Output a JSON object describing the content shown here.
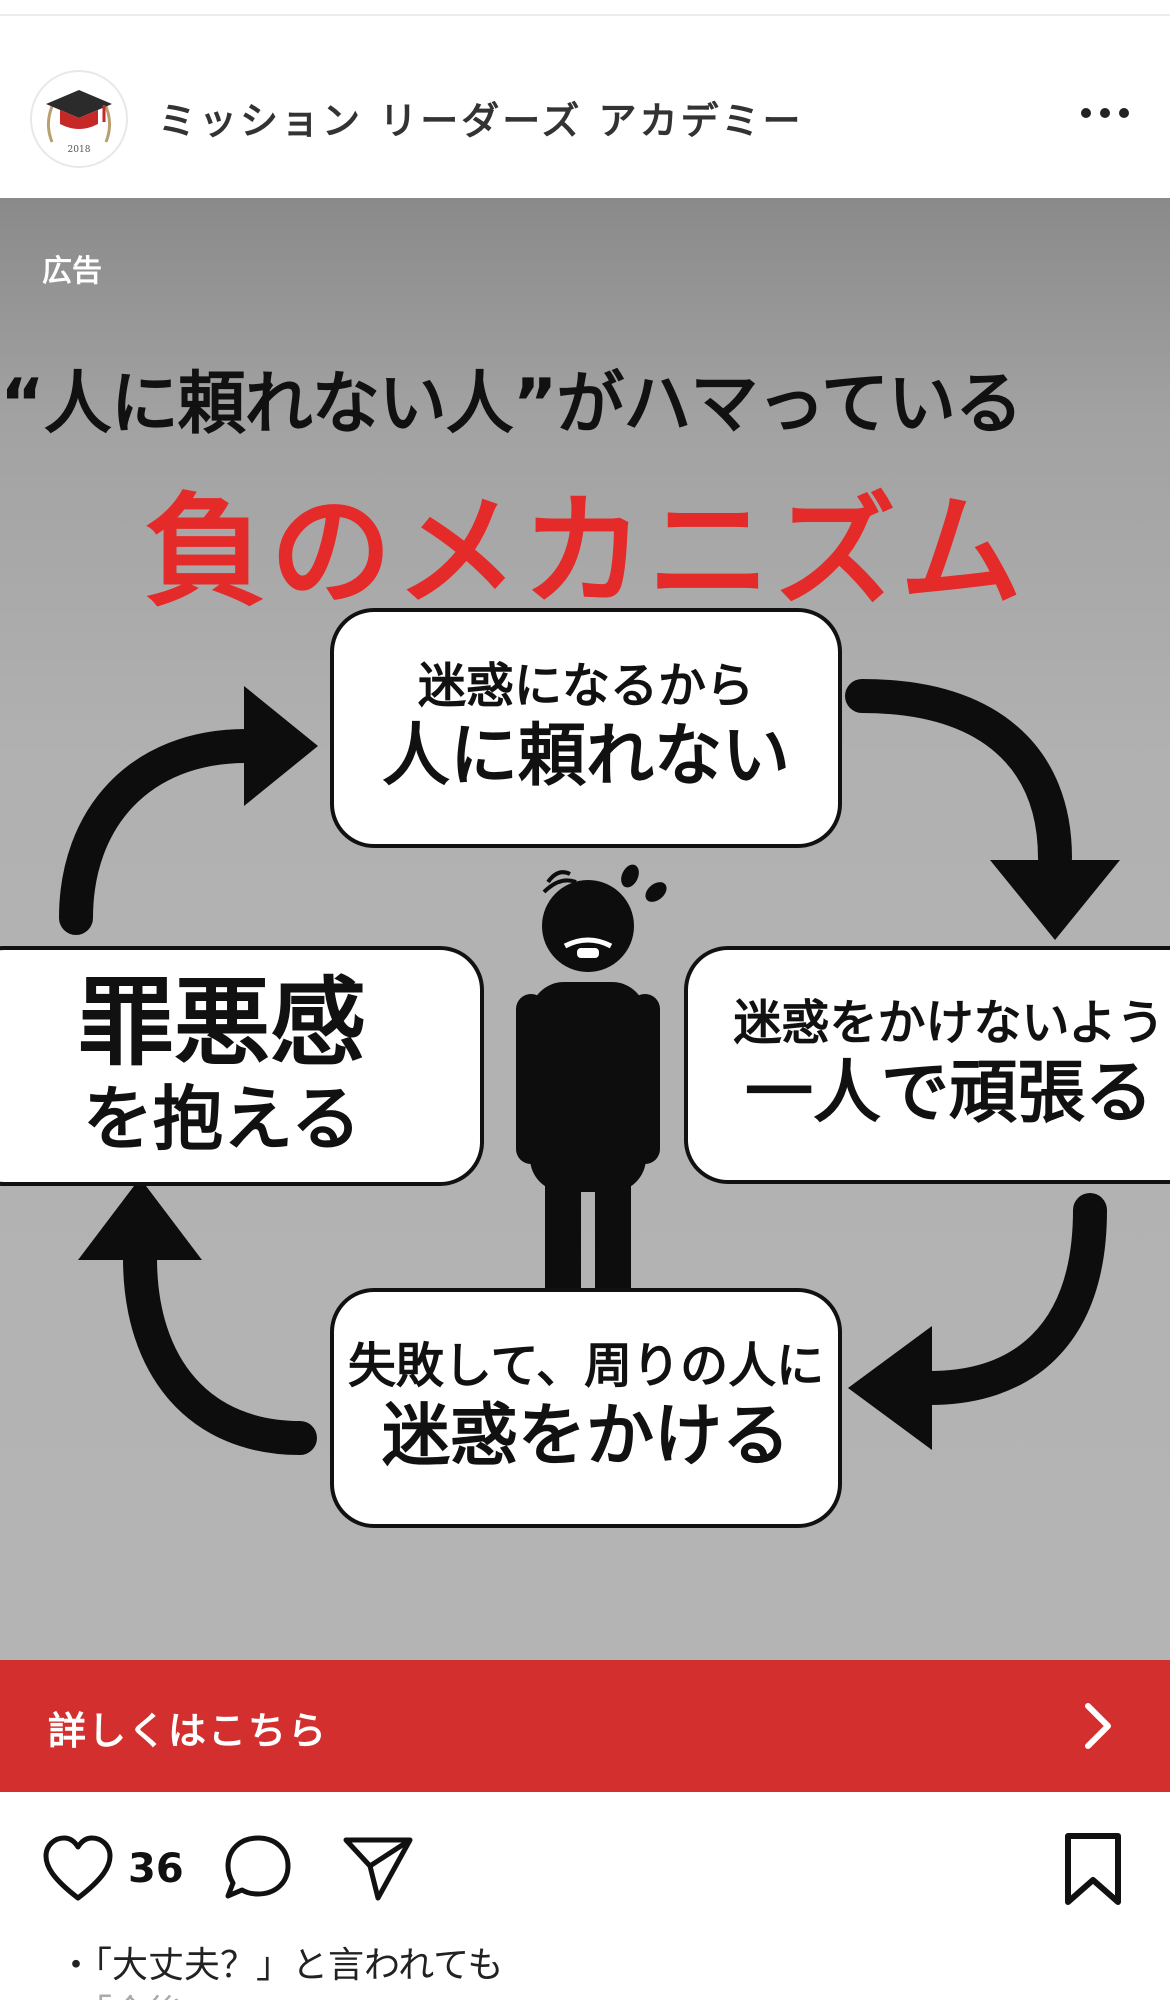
{
  "account": {
    "name": "ミッション リーダーズ アカデミー",
    "avatar_year": "2018"
  },
  "ad": {
    "tag": "広告",
    "headline": "“人に頼れない人”がハマっている",
    "title": "負のメカニズム",
    "cycle": [
      {
        "small": "迷惑になるから",
        "big": "人に頼れない"
      },
      {
        "small": "迷惑をかけないよう",
        "big": "一人で頑張る"
      },
      {
        "small": "失敗して、周りの人に",
        "big": "迷惑をかける"
      },
      {
        "big": "罪悪感",
        "small": "を抱える"
      }
    ],
    "colors": {
      "title_red": "#e52a2a",
      "background": "#b1b1b1"
    }
  },
  "cta": {
    "label": "詳しくはこちら",
    "color": "#d32f2f"
  },
  "actions": {
    "like_count": "36"
  },
  "caption": {
    "line1": "・「大丈夫？」と言われても",
    "line2": "・「今後..."
  },
  "icons": [
    "more-icon",
    "chevron-right-icon",
    "heart-icon",
    "comment-icon",
    "share-icon",
    "bookmark-icon",
    "worried-person-icon"
  ]
}
